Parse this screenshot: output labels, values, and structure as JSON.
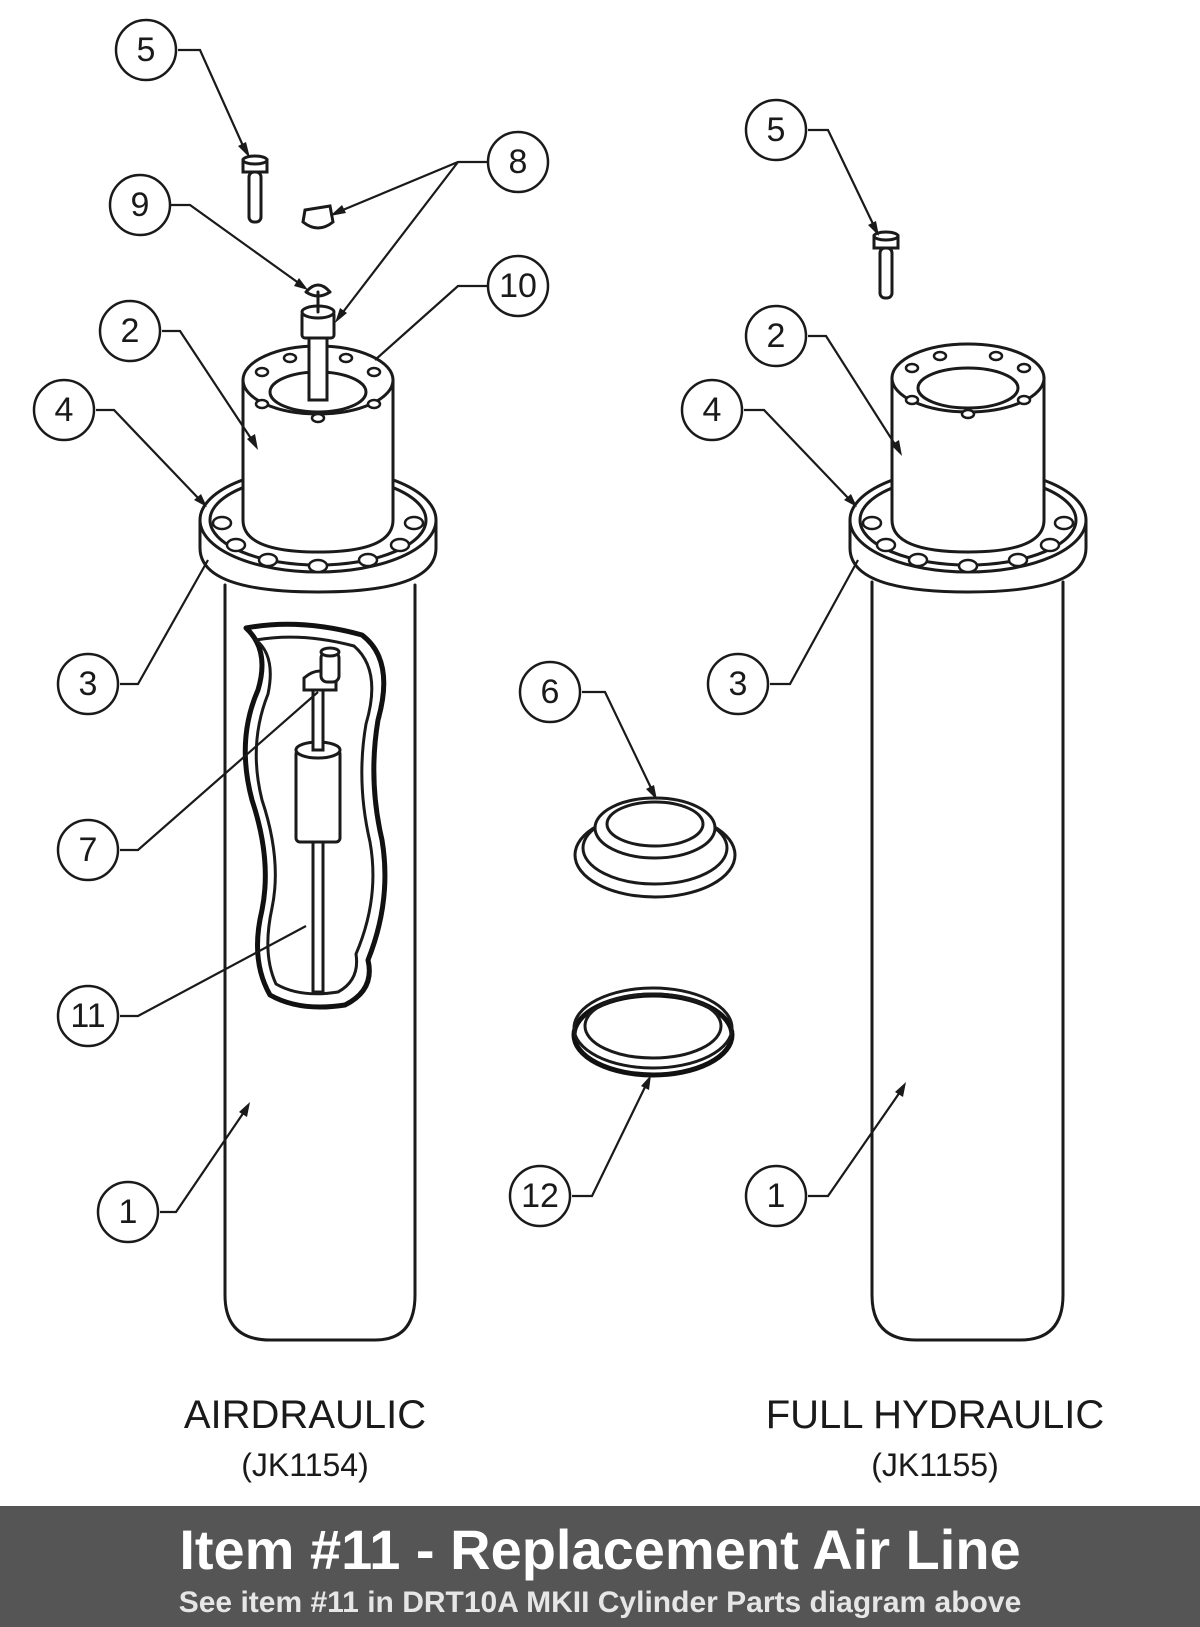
{
  "assemblies": [
    {
      "name": "AIRDRAULIC",
      "part_number": "(JK1154)"
    },
    {
      "name": "FULL HYDRAULIC",
      "part_number": "(JK1155)"
    }
  ],
  "callouts": {
    "left_5": "5",
    "left_8": "8",
    "left_9": "9",
    "left_10": "10",
    "left_2": "2",
    "left_4": "4",
    "left_3": "3",
    "left_7": "7",
    "left_11": "11",
    "left_1": "1",
    "center_6": "6",
    "center_12": "12",
    "right_5": "5",
    "right_2": "2",
    "right_4": "4",
    "right_3": "3",
    "right_1": "1"
  },
  "footer": {
    "title": "Item #11 - Replacement Air Line",
    "subtitle": "See item #11 in DRT10A MKII Cylinder Parts diagram above"
  }
}
